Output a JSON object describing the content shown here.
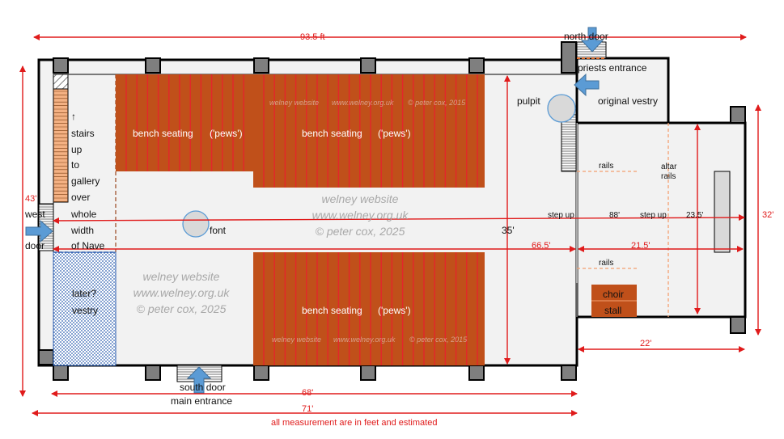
{
  "labels": {
    "north_door": "north door",
    "priests_entrance": "priests entrance",
    "pulpit": "pulpit",
    "original_vestry": "original vestry",
    "stairs": [
      "↑",
      "stairs",
      "up",
      "to",
      "gallery",
      "over",
      "whole",
      "width",
      "of Nave"
    ],
    "bench_seating": "bench seating",
    "pews": "('pews')",
    "font": "font",
    "west": "west",
    "door": "door",
    "later_vestry_1": "later?",
    "later_vestry_2": "vestry",
    "rails": "rails",
    "altar_rails_1": "altar",
    "altar_rails_2": "rails",
    "step_up": "step up",
    "choir": "choir",
    "stall": "stall",
    "south_door": "south door",
    "main_entrance": "main entrance",
    "footnote": "all measurement are in feet and estimated"
  },
  "dimensions": {
    "total_length": "93.5 ft",
    "width_west": "43'",
    "width_east": "32'",
    "nave_width": "35'",
    "interior_length": "88'",
    "nave_interior": "66.5'",
    "chancel_interior": "21.5'",
    "chancel_width": "23.5'",
    "chancel_length": "22'",
    "nave_length": "68'",
    "nave_total": "71'"
  },
  "watermark": {
    "line1": "welney website",
    "line2": "www.welney.org.uk",
    "line3": "© peter cox, 2025",
    "small_a": "welney website",
    "small_b": "www.welney.org.uk",
    "small_c": "© peter cox, 2015"
  },
  "colors": {
    "pew_brown": "#c0501a",
    "pew_line": "#e3262b",
    "dimension_red": "#e01b1b",
    "arrow_blue": "#5b9bd5",
    "floor": "#f2f2f2",
    "wall": "#000000",
    "buttress": "#7f7f7f",
    "vestry_blue": "#2e5fb0"
  }
}
